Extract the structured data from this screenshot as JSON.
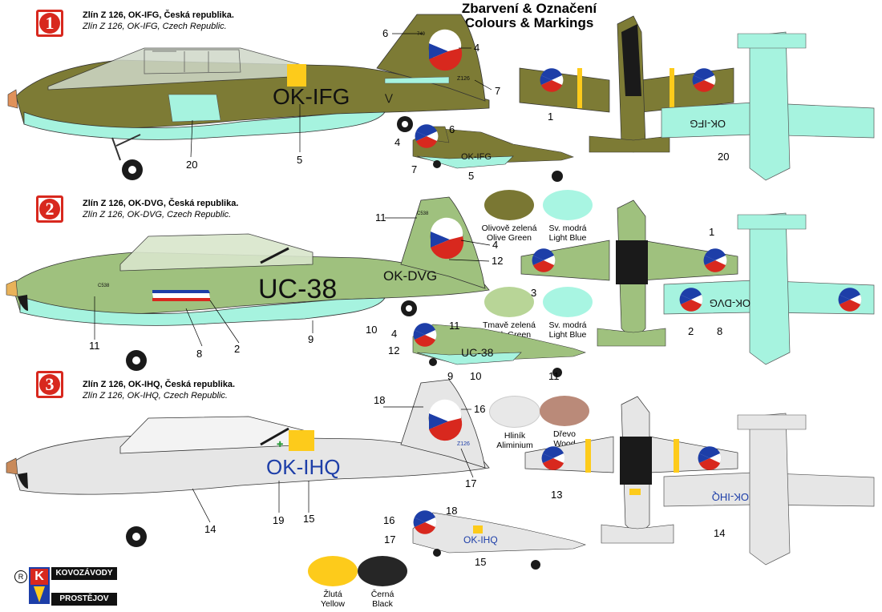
{
  "title": {
    "cz": "Zbarvení & Označení",
    "en": "Colours & Markings"
  },
  "schemes": [
    {
      "number": "1",
      "cz": "Zlín Z 126, OK-IFG, Česká republika.",
      "en": "Zlín Z 126, OK-IFG, Czech Republic.",
      "registration": "OK-IFG",
      "mirror_registration": "OK-IFG",
      "small_code": "OK-IFG"
    },
    {
      "number": "2",
      "cz": "Zlín Z 126, OK-DVG, Česká republika.",
      "en": "Zlín Z 126, OK-DVG, Czech Republic.",
      "registration": "OK-DVG",
      "code": "UC-38",
      "mirror_registration": "OK-DVG",
      "small_code": "UC-38"
    },
    {
      "number": "3",
      "cz": "Zlín Z 126, OK-IHQ, Česká republika.",
      "en": "Zlín Z 126, OK-IHQ, Czech Republic.",
      "registration": "OK-IHQ",
      "mirror_registration": "OK-IHQ",
      "small_code": "OK-IHQ"
    }
  ],
  "tail_texts": {
    "z126": "Z126",
    "c538": "C538",
    "s749": "749"
  },
  "colours": [
    {
      "cz": "Olivově zelená",
      "en": "Olive Green",
      "hex": "#7a7733"
    },
    {
      "cz": "Sv. modrá",
      "en": "Light Blue",
      "hex": "#a8f5e2"
    },
    {
      "cz": "Tmavě zelená",
      "en": "Dark Green",
      "hex": "#b8d597"
    },
    {
      "cz": "Sv. modrá",
      "en": "Light Blue",
      "hex": "#a8f5e2"
    },
    {
      "cz": "Hliník",
      "en": "Aliminium",
      "hex": "#e8e8e8"
    },
    {
      "cz": "Dřevo",
      "en": "Wood",
      "hex": "#ba8a79"
    },
    {
      "cz": "Žlutá",
      "en": "Yellow",
      "hex": "#fdcb1b"
    },
    {
      "cz": "Černá",
      "en": "Black",
      "hex": "#262626"
    }
  ],
  "palette": {
    "olive": "#7d7b35",
    "light_blue": "#a6f3df",
    "green": "#9fc17e",
    "alu": "#e5e5e5",
    "yellow": "#fdcb1b",
    "black": "#1a1a1a",
    "red": "#d8281e",
    "blue": "#1d3ea8"
  },
  "callouts": [
    "1",
    "2",
    "3",
    "4",
    "5",
    "6",
    "7",
    "8",
    "9",
    "10",
    "11",
    "12",
    "13",
    "14",
    "15",
    "16",
    "17",
    "18",
    "19",
    "20"
  ],
  "logo": {
    "line1": "KOVOZÁVODY",
    "line2": "PROSTĚJOV",
    "mark": "K",
    "registered": "R"
  }
}
